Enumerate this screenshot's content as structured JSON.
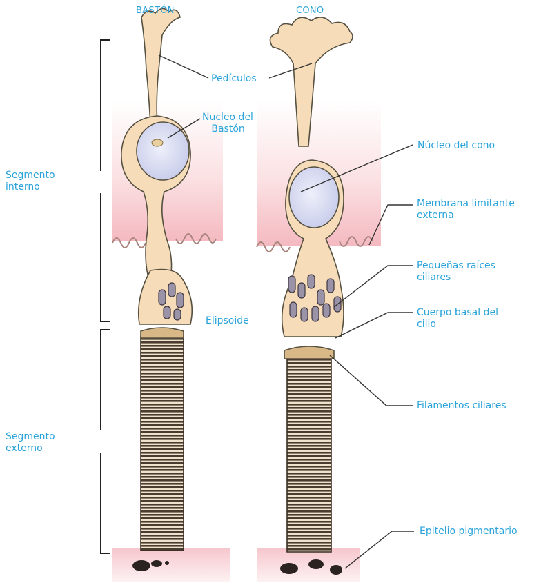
{
  "titles": {
    "rod": "BASTÓN",
    "cone": "CONO"
  },
  "segments": {
    "inner": "Segmento\ninterno",
    "outer": "Segmento\nexterno"
  },
  "labels": {
    "pediculos": "Pedículos",
    "rod_nucleus": "Nucleo del\n   Bastón",
    "cone_nucleus": "Núcleo del cono",
    "outer_limiting_membrane": "Membrana limitante\nexterna",
    "ciliary_rootlets": "Pequeñas raíces\nciliares",
    "ellipsoid": "Elipsoide",
    "basal_body": "Cuerpo basal del\ncilio",
    "ciliary_filaments": "Filamentos ciliares",
    "pigment_epithelium": "Epitelio pigmentario"
  },
  "colors": {
    "label_text": "#29a3da",
    "cell_fill": "#f6dcb9",
    "cell_outline": "#55503f",
    "nucleus_fill": "#d9dcf2",
    "membrane_pink": "#f3b7bf",
    "disc_stack": "#4a3d2f",
    "granules": "#2b2320"
  }
}
